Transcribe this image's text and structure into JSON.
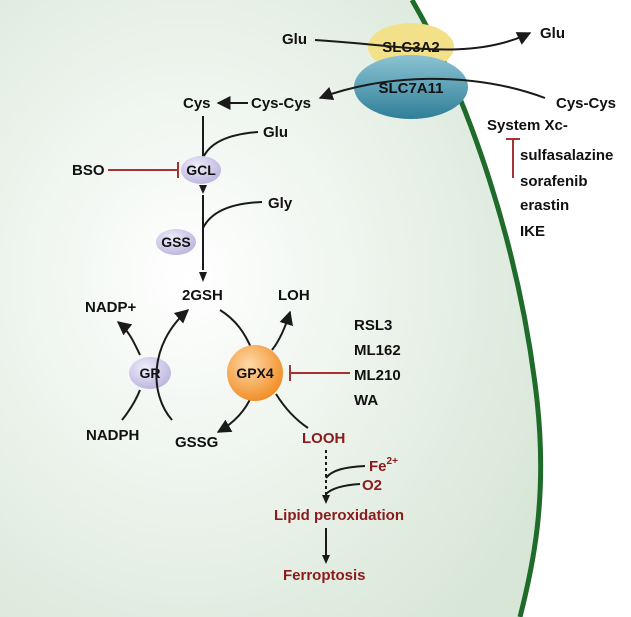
{
  "transporter": {
    "slc3a2": "SLC3A2",
    "slc7a11": "SLC7A11",
    "glu_in": "Glu",
    "glu_out": "Glu",
    "cys_cys_out": "Cys-Cys",
    "system_label": "System Xc-",
    "inhibitors": [
      "sulfasalazine",
      "sorafenib",
      "erastin",
      "IKE"
    ]
  },
  "synthesis": {
    "cys": "Cys",
    "cys_cys": "Cys-Cys",
    "glu": "Glu",
    "gly": "Gly",
    "bso": "BSO",
    "gcl": "GCL",
    "gss": "GSS",
    "gsh": "2GSH"
  },
  "cycle": {
    "gr": "GR",
    "gpx4": "GPX4",
    "nadp": "NADP+",
    "nadph": "NADPH",
    "gssg": "GSSG",
    "loh": "LOH",
    "looh": "LOOH",
    "gpx4_inhibitors": [
      "RSL3",
      "ML162",
      "ML210",
      "WA"
    ]
  },
  "outcome": {
    "fe_base": "Fe",
    "fe_charge": "2+",
    "o2": "O2",
    "lipid_peroxidation": "Lipid peroxidation",
    "ferroptosis": "Ferroptosis"
  },
  "colors": {
    "cytoplasm": "#e6efe6",
    "membrane": "#1f6b2a",
    "slc3a2": "#f3e18a",
    "slc7a11": "#4a9bb3",
    "enzyme": "#c9c3e6",
    "gpx4": "#f39a3a",
    "inhibition": "#a83232",
    "outcome_text": "#8b1a1a"
  }
}
